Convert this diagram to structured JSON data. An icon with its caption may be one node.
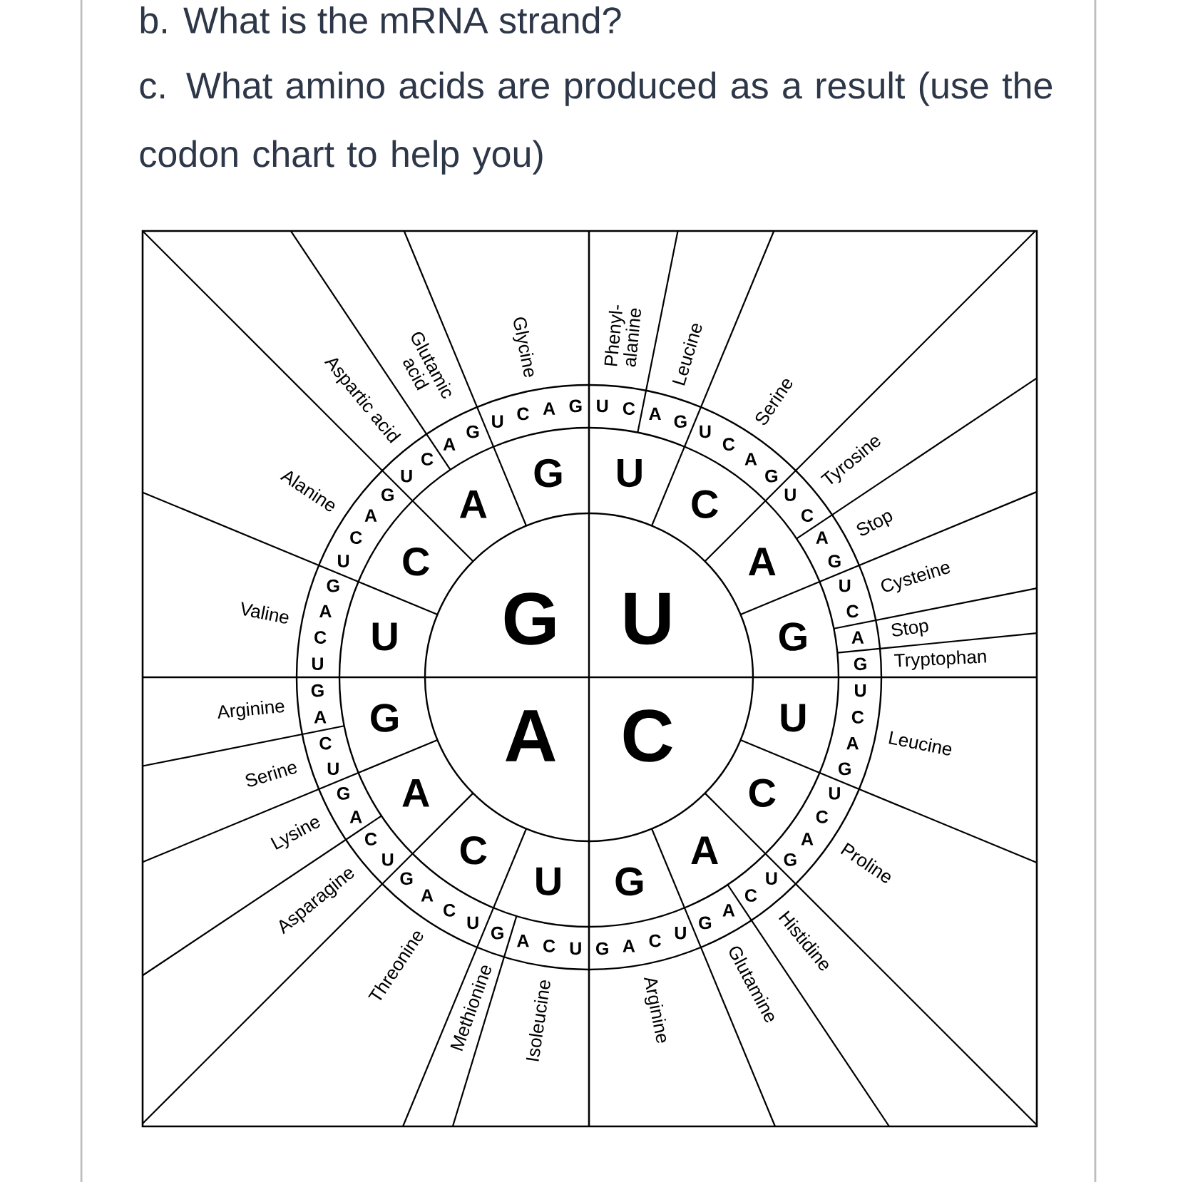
{
  "diagram": {
    "labels": [
      "b. What is the mRNA strand?",
      "c. What amino acids are produced as a result (use the codon chart to help you)",
      "G",
      "U",
      "A",
      "C",
      "U",
      "C",
      "A",
      "G",
      "U",
      "C",
      "A",
      "G",
      "U",
      "C",
      "A",
      "G",
      "U",
      "C",
      "A",
      "G",
      "U",
      "C",
      "A",
      "G",
      "U",
      "C",
      "A",
      "G",
      "U",
      "C",
      "A",
      "G",
      "U",
      "C",
      "A",
      "G",
      "U",
      "C",
      "A",
      "G",
      "U",
      "C",
      "A",
      "G",
      "U",
      "C",
      "A",
      "G",
      "U",
      "C",
      "A",
      "G",
      "U",
      "C",
      "A",
      "G",
      "U",
      "C",
      "A",
      "G",
      "U",
      "C",
      "A",
      "G",
      "U",
      "C",
      "A",
      "G",
      "U",
      "C",
      "A",
      "G",
      "U",
      "C",
      "A",
      "G",
      "U",
      "C",
      "A",
      "G",
      "U",
      "C",
      "A",
      "G",
      "Phenyl- alanine",
      "Leucine",
      "Serine",
      "Tyrosine",
      "Stop",
      "Cysteine",
      "Stop",
      "Tryptophan",
      "Leucine",
      "Proline",
      "Histidine",
      "Glutamine",
      "Arginine",
      "Isoleucine",
      "Methionine",
      "Threonine",
      "Asparagine",
      "Lysine",
      "Serine",
      "Arginine",
      "Valine",
      "Alanine",
      "Aspartic acid",
      "Glutamic acid",
      "Glycine"
    ]
  }
}
